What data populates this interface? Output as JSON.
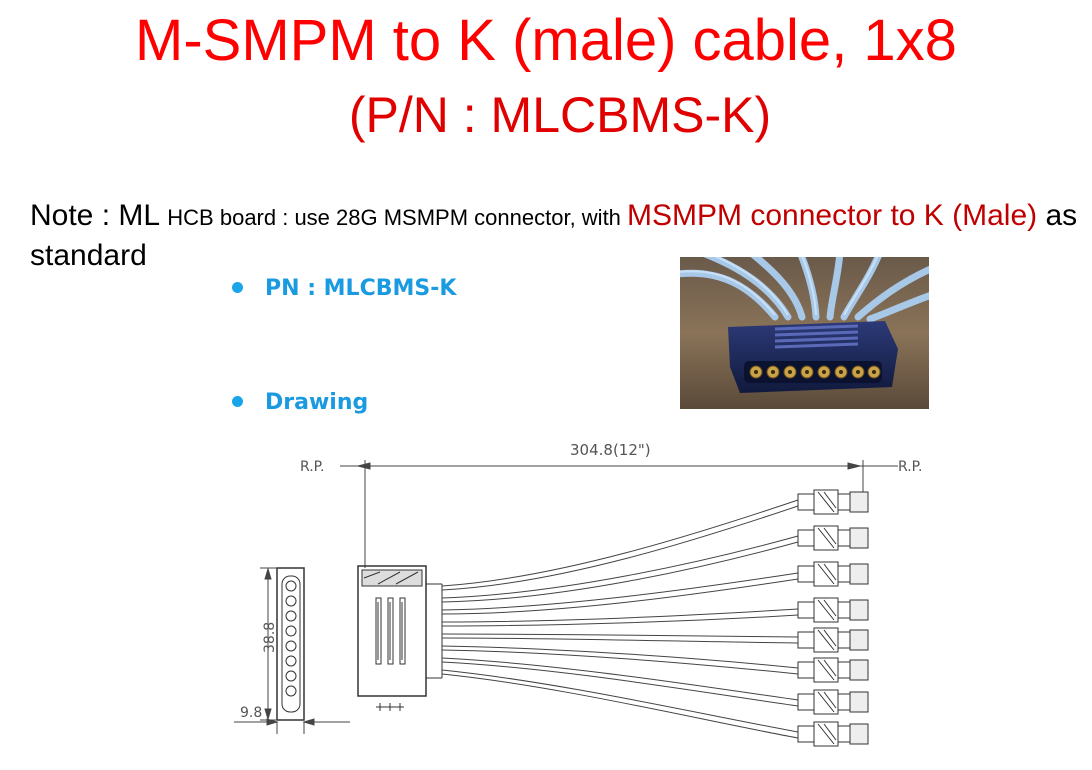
{
  "title": {
    "line1": "M-SMPM to K (male) cable, 1x8",
    "line2": "(P/N : MLCBMS-K)"
  },
  "note": {
    "part1": "Note : ML ",
    "part2": "HCB board : use 28G MSMPM connector, with ",
    "part3": "MSMPM connector to K (Male)",
    "part4": " as standard"
  },
  "bullets": {
    "pn": "PN  :  MLCBMS-K",
    "drawing": "Drawing"
  },
  "drawing": {
    "length_label": "304.8(12\")",
    "rp_left": "R.P.",
    "rp_right": "R.P.",
    "height_label": "38.8",
    "width_label": "9.8"
  },
  "colors": {
    "title": "#ff0000",
    "note_red": "#c00000",
    "bullet_blue": "#1a9ae0"
  }
}
